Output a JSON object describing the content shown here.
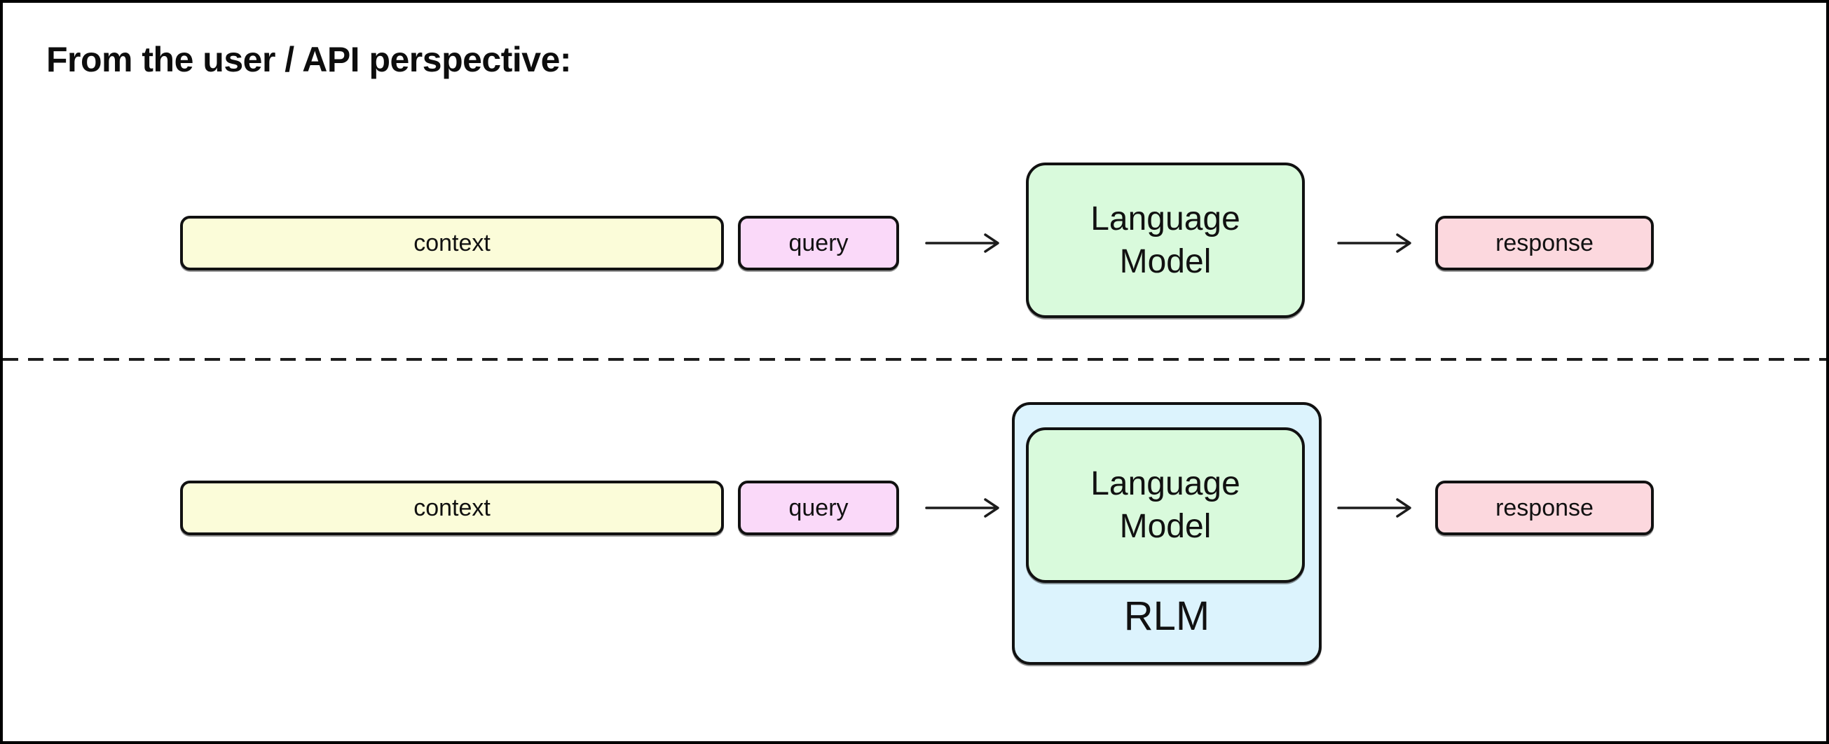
{
  "title": "From the user / API perspective:",
  "diagram": {
    "top_row": {
      "context_label": "context",
      "query_label": "query",
      "model_label": "Language Model",
      "response_label": "response"
    },
    "bottom_row": {
      "context_label": "context",
      "query_label": "query",
      "model_label": "Language Model",
      "wrapper_label": "RLM",
      "response_label": "response"
    },
    "colors": {
      "context_fill": "#fbfcd9",
      "query_fill": "#fad9f9",
      "model_fill": "#d9fadc",
      "response_fill": "#fcd8de",
      "rlm_fill": "#dcf3fd",
      "stroke": "#111111"
    }
  }
}
